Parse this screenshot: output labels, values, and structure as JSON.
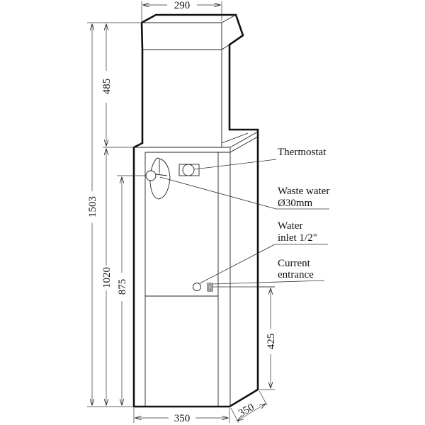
{
  "labels": {
    "thermostat": "Thermostat",
    "waste_water_1": "Waste water",
    "waste_water_2": "Ø30mm",
    "water_inlet_1": "Water",
    "water_inlet_2": "inlet 1/2\"",
    "current_entrance_1": "Current",
    "current_entrance_2": "entrance"
  },
  "dimensions": {
    "top_width": "290",
    "upper_height": "485",
    "total_height": "1503",
    "lower_height": "1020",
    "drain_height": "875",
    "inlet_height": "425",
    "base_width": "350",
    "base_depth": "350"
  },
  "colors": {
    "line": "#111111",
    "background": "#ffffff"
  }
}
